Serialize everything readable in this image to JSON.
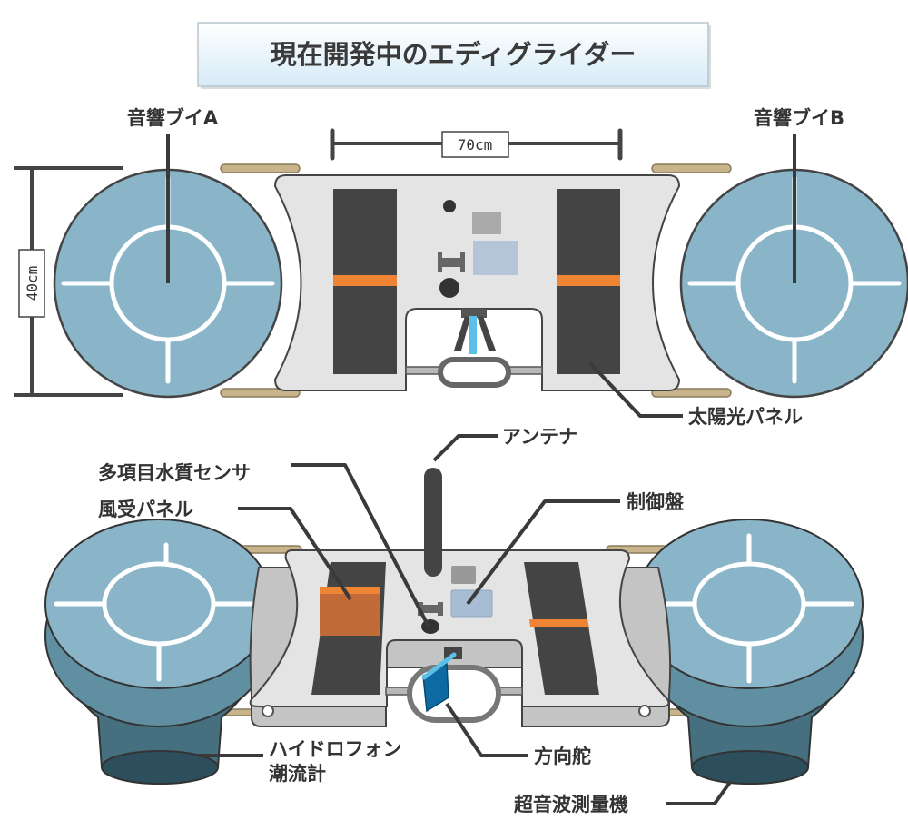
{
  "title": "現在開発中のエディグライダー",
  "top_view": {
    "buoy_a": "音響ブイA",
    "buoy_b": "音響ブイB",
    "width_dimension": "70cm",
    "height_dimension": "40cm",
    "solar_panel": "太陽光パネル"
  },
  "perspective_view": {
    "antenna": "アンテナ",
    "water_quality_sensor": "多項目水質センサ",
    "wind_panel": "風受パネル",
    "control_panel": "制御盤",
    "hydrophone": "ハイドロフォン",
    "current_meter": "潮流計",
    "rudder": "方向舵",
    "sonar": "超音波測量機"
  },
  "colors": {
    "buoy_top": "#8ab5c9",
    "buoy_side": "#5f8fa1",
    "panel": "#444444",
    "accent_orange": "#ee8434",
    "body": "#e4e4e4",
    "rod": "#c8b48a"
  }
}
